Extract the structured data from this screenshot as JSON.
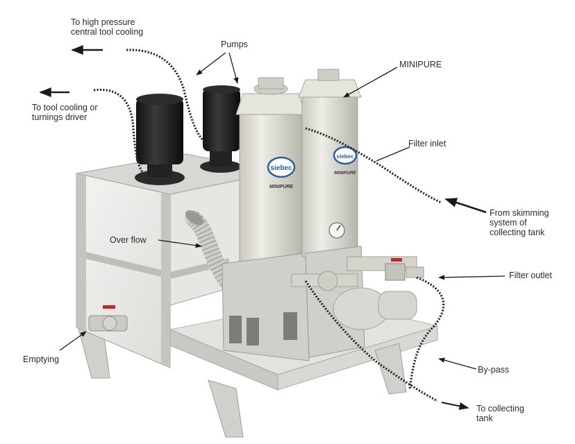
{
  "labels": {
    "high_pressure": "To high pressure\ncentral tool cooling",
    "pumps": "Pumps",
    "minipure": "MINIPURE",
    "tool_cooling": "To tool cooling or\nturnings driver",
    "filter_inlet": "Filter inlet",
    "from_skimming": "From skimming\nsystem of\ncollecting tank",
    "over_flow": "Over flow",
    "filter_outlet": "Filter outlet",
    "emptying": "Emptying",
    "by_pass": "By-pass",
    "to_collecting": "To collecting\ntank"
  },
  "logos": {
    "left_brand": "siebec",
    "left_model": "MINIPURE",
    "right_brand": "siebec",
    "right_model": "MINIPURE"
  },
  "colors": {
    "frame": "#d3d3d0",
    "panel": "#ebebe8",
    "filter_body": "#deddd5",
    "motor": "#1f1f1f",
    "hose": "#2b2b2b",
    "arrow": "#1a1a1a",
    "valve_red": "#c0272d"
  }
}
